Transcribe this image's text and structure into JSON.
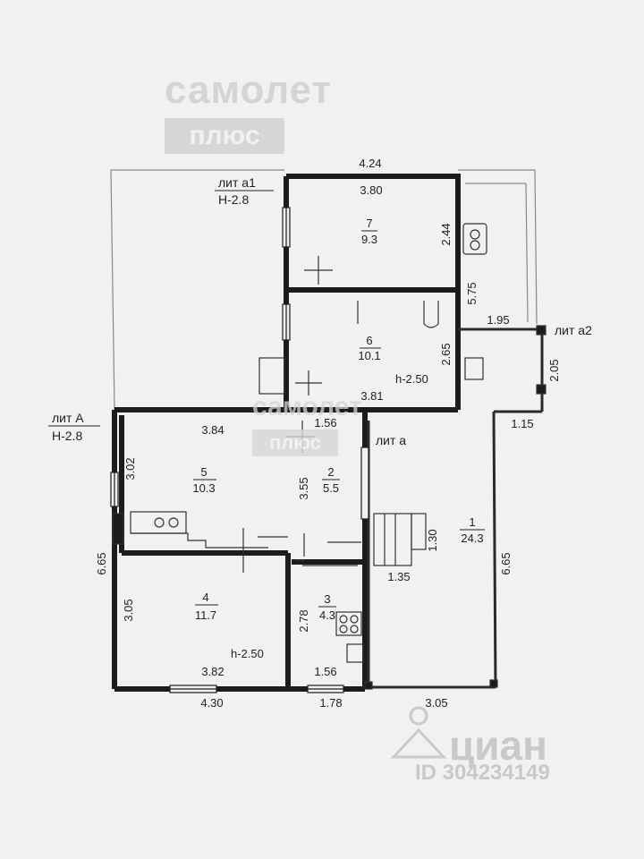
{
  "watermarks": {
    "samolet_top": "самолет",
    "plus_top": "плюс",
    "samolet_mid": "самолет",
    "plus_mid": "плюс",
    "cian": "циан",
    "listing_id": "ID 304234149"
  },
  "blocks": {
    "lit_a1": {
      "name": "лит а1",
      "height": "Н-2.8"
    },
    "lit_A": {
      "name": "лит А",
      "height": "Н-2.8"
    },
    "lit_a": {
      "name": "лит а"
    },
    "lit_a2": {
      "name": "лит а2"
    }
  },
  "rooms": [
    {
      "number": "7",
      "area": "9.3"
    },
    {
      "number": "6",
      "area": "10.1"
    },
    {
      "number": "5",
      "area": "10.3"
    },
    {
      "number": "2",
      "area": "5.5"
    },
    {
      "number": "1",
      "area": "24.3"
    },
    {
      "number": "4",
      "area": "11.7"
    },
    {
      "number": "3",
      "area": "4.3"
    }
  ],
  "ceilings": [
    "h-2.50",
    "h-2.50"
  ],
  "dimensions": {
    "top_total": "4.24",
    "r7_width": "3.80",
    "r7_depth": "2.44",
    "side_575": "5.75",
    "r6_depth": "2.65",
    "r6_width": "3.81",
    "d_156_top": "1.56",
    "r5_width": "3.84",
    "r5_depth": "3.02",
    "r2_depth": "3.55",
    "d_195": "1.95",
    "d_205": "2.05",
    "d_115": "1.15",
    "d_130": "1.30",
    "d_135": "1.35",
    "right_total": "6.65",
    "left_total": "6.65",
    "r4_depth": "3.05",
    "r4_width": "3.82",
    "bottom_left": "4.30",
    "r3_depth": "2.78",
    "r3_width": "1.56",
    "bottom_mid": "1.78",
    "bottom_right": "3.05"
  }
}
